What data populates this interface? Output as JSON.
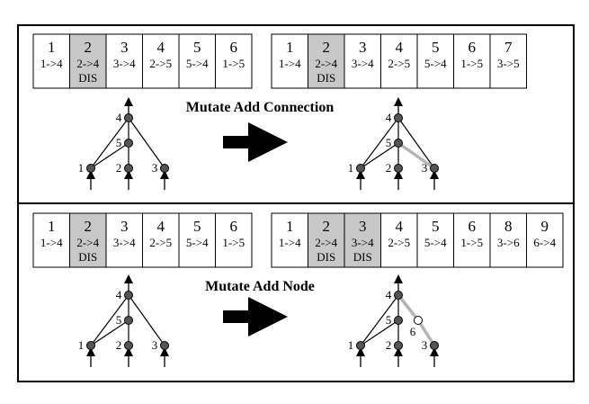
{
  "colors": {
    "disabled_fill": "#c8c8c8",
    "new_connection": "#b4b4b4",
    "node_fill": "#555555",
    "new_node_fill": "#ffffff",
    "stroke": "#000000"
  },
  "panels": [
    {
      "title": "Mutate Add Connection",
      "parent": {
        "genes": [
          {
            "num": "1",
            "conn": "1->4",
            "dis": ""
          },
          {
            "num": "2",
            "conn": "2->4",
            "dis": "DIS"
          },
          {
            "num": "3",
            "conn": "3->4",
            "dis": ""
          },
          {
            "num": "4",
            "conn": "2->5",
            "dis": ""
          },
          {
            "num": "5",
            "conn": "5->4",
            "dis": ""
          },
          {
            "num": "6",
            "conn": "1->5",
            "dis": ""
          }
        ],
        "network": {
          "nodes": [
            "1",
            "2",
            "3",
            "4",
            "5"
          ],
          "edges": [
            [
              "1",
              "4"
            ],
            [
              "3",
              "4"
            ],
            [
              "2",
              "5"
            ],
            [
              "5",
              "4"
            ],
            [
              "1",
              "5"
            ]
          ],
          "new_edges": []
        }
      },
      "child": {
        "genes": [
          {
            "num": "1",
            "conn": "1->4",
            "dis": ""
          },
          {
            "num": "2",
            "conn": "2->4",
            "dis": "DIS"
          },
          {
            "num": "3",
            "conn": "3->4",
            "dis": ""
          },
          {
            "num": "4",
            "conn": "2->5",
            "dis": ""
          },
          {
            "num": "5",
            "conn": "5->4",
            "dis": ""
          },
          {
            "num": "6",
            "conn": "1->5",
            "dis": ""
          },
          {
            "num": "7",
            "conn": "3->5",
            "dis": ""
          }
        ],
        "network": {
          "nodes": [
            "1",
            "2",
            "3",
            "4",
            "5"
          ],
          "edges": [
            [
              "1",
              "4"
            ],
            [
              "3",
              "4"
            ],
            [
              "2",
              "5"
            ],
            [
              "5",
              "4"
            ],
            [
              "1",
              "5"
            ]
          ],
          "new_edges": [
            [
              "3",
              "5"
            ]
          ]
        }
      }
    },
    {
      "title": "Mutate Add Node",
      "parent": {
        "genes": [
          {
            "num": "1",
            "conn": "1->4",
            "dis": ""
          },
          {
            "num": "2",
            "conn": "2->4",
            "dis": "DIS"
          },
          {
            "num": "3",
            "conn": "3->4",
            "dis": ""
          },
          {
            "num": "4",
            "conn": "2->5",
            "dis": ""
          },
          {
            "num": "5",
            "conn": "5->4",
            "dis": ""
          },
          {
            "num": "6",
            "conn": "1->5",
            "dis": ""
          }
        ],
        "network": {
          "nodes": [
            "1",
            "2",
            "3",
            "4",
            "5"
          ],
          "edges": [
            [
              "1",
              "4"
            ],
            [
              "3",
              "4"
            ],
            [
              "2",
              "5"
            ],
            [
              "5",
              "4"
            ],
            [
              "1",
              "5"
            ]
          ],
          "new_edges": []
        }
      },
      "child": {
        "genes": [
          {
            "num": "1",
            "conn": "1->4",
            "dis": ""
          },
          {
            "num": "2",
            "conn": "2->4",
            "dis": "DIS"
          },
          {
            "num": "3",
            "conn": "3->4",
            "dis": "DIS"
          },
          {
            "num": "4",
            "conn": "2->5",
            "dis": ""
          },
          {
            "num": "5",
            "conn": "5->4",
            "dis": ""
          },
          {
            "num": "6",
            "conn": "1->5",
            "dis": ""
          },
          {
            "num": "8",
            "conn": "3->6",
            "dis": ""
          },
          {
            "num": "9",
            "conn": "6->4",
            "dis": ""
          }
        ],
        "network": {
          "nodes": [
            "1",
            "2",
            "3",
            "4",
            "5",
            "6"
          ],
          "new_nodes": [
            "6"
          ],
          "edges": [
            [
              "1",
              "4"
            ],
            [
              "2",
              "5"
            ],
            [
              "5",
              "4"
            ],
            [
              "1",
              "5"
            ]
          ],
          "new_edges": [
            [
              "3",
              "6"
            ],
            [
              "6",
              "4"
            ]
          ]
        }
      }
    }
  ]
}
